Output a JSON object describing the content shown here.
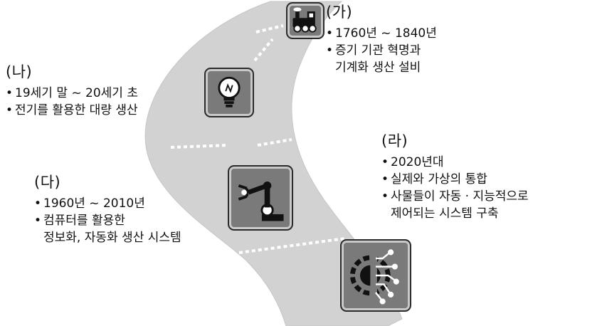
{
  "colors": {
    "road": "#d2d2d2",
    "road_stroke": "#c6c6c6",
    "icon_bg": "#7a7a7a",
    "dash": "#ffffff"
  },
  "eras": [
    {
      "label": "(가)",
      "icon": "steam-train-icon",
      "lines": [
        "1760년 ~ 1840년",
        "증기 기관 혁명과"
      ],
      "cont": "기계화 생산 설비"
    },
    {
      "label": "(나)",
      "icon": "light-bulb-icon",
      "lines": [
        "19세기 말 ~ 20세기 초",
        "전기를 활용한 대량 생산"
      ],
      "cont": ""
    },
    {
      "label": "(다)",
      "icon": "robot-arm-icon",
      "lines": [
        "1960년 ~ 2010년",
        "컴퓨터를 활용한"
      ],
      "cont": "정보화, 자동화 생산 시스템"
    },
    {
      "label": "(라)",
      "icon": "gear-circuit-icon",
      "lines": [
        "2020년대",
        "실제와 가상의 통합",
        "사물들이 자동 · 지능적으로"
      ],
      "cont": "제어되는 시스템 구축"
    }
  ]
}
